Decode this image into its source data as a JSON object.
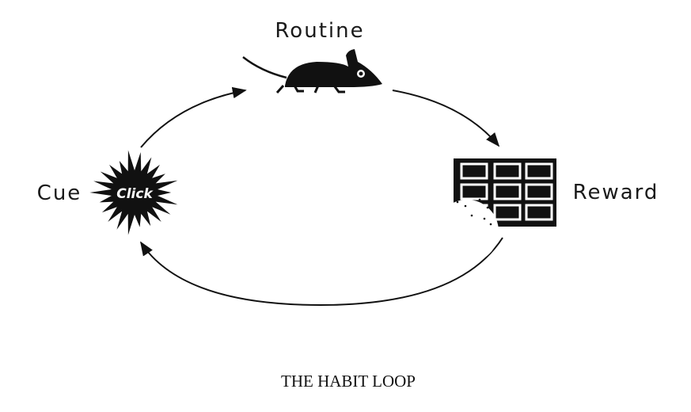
{
  "diagram": {
    "title": "THE HABIT LOOP",
    "nodes": {
      "routine": {
        "label": "Routine",
        "icon": "mouse-icon"
      },
      "cue": {
        "label": "Cue",
        "icon": "starburst-icon",
        "icon_text": "Click"
      },
      "reward": {
        "label": "Reward",
        "icon": "chocolate-bar-icon"
      }
    },
    "edges": [
      {
        "from": "Cue",
        "to": "Routine"
      },
      {
        "from": "Routine",
        "to": "Reward"
      },
      {
        "from": "Reward",
        "to": "Cue"
      }
    ],
    "colors": {
      "ink": "#111111",
      "background": "#ffffff"
    }
  }
}
